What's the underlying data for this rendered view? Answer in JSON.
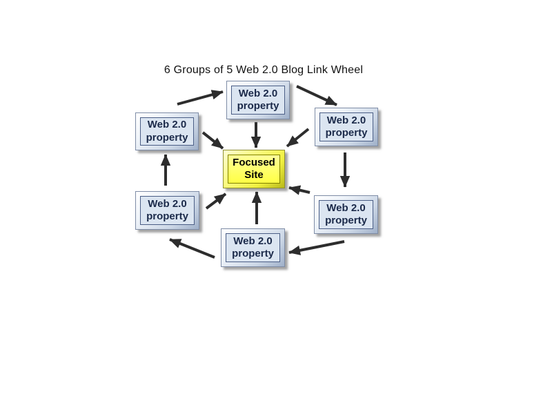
{
  "title": "6 Groups of 5 Web 2.0 Blog Link Wheel",
  "diagram": {
    "center_node": {
      "id": "focused-site",
      "label": "Focused Site"
    },
    "satellites": [
      {
        "id": "top",
        "label": "Web 2.0 property"
      },
      {
        "id": "top-right",
        "label": "Web 2.0 property"
      },
      {
        "id": "bottom-right",
        "label": "Web 2.0 property"
      },
      {
        "id": "bottom",
        "label": "Web 2.0 property"
      },
      {
        "id": "bottom-left",
        "label": "Web 2.0 property"
      },
      {
        "id": "top-left",
        "label": "Web 2.0 property"
      }
    ],
    "edges": {
      "ring_direction": "clockwise",
      "ring": [
        {
          "from": "top-left",
          "to": "top"
        },
        {
          "from": "top",
          "to": "top-right"
        },
        {
          "from": "top-right",
          "to": "bottom-right"
        },
        {
          "from": "bottom-right",
          "to": "bottom"
        },
        {
          "from": "bottom",
          "to": "bottom-left"
        },
        {
          "from": "bottom-left",
          "to": "top-left"
        }
      ],
      "spokes": [
        {
          "from": "top",
          "to": "focused-site"
        },
        {
          "from": "top-right",
          "to": "focused-site"
        },
        {
          "from": "bottom-right",
          "to": "focused-site"
        },
        {
          "from": "bottom",
          "to": "focused-site"
        },
        {
          "from": "bottom-left",
          "to": "focused-site"
        },
        {
          "from": "top-left",
          "to": "focused-site"
        }
      ]
    },
    "colors": {
      "background": "#ffffff",
      "satellite_fill": "#dbe5f1",
      "satellite_text": "#1b2a4a",
      "center_fill": "#ffff55",
      "center_text": "#000000",
      "arrow": "#2d2d2d",
      "title_text": "#111111"
    }
  }
}
